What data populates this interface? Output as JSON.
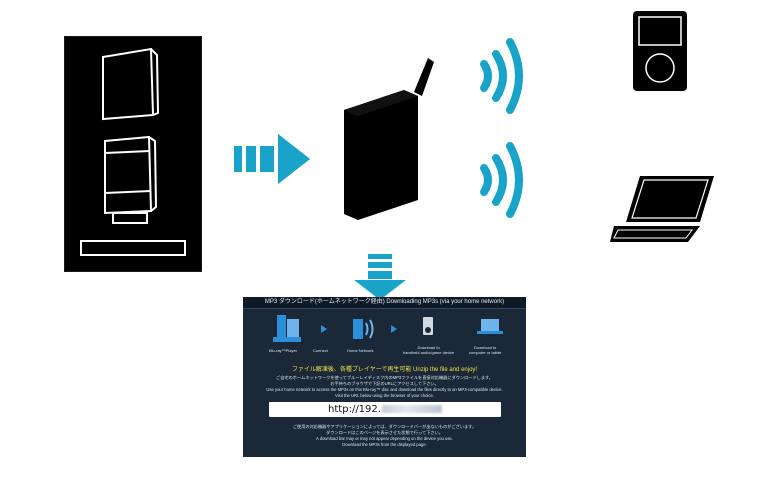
{
  "colors": {
    "accent": "#1aa3c9",
    "panel_bg": "#000000",
    "screen_bg": "#1b2838",
    "highlight_yellow": "#f3e14a"
  },
  "icons": [
    "game-console-icon",
    "arrow-right-icon",
    "wifi-router-icon",
    "wifi-waves-icon",
    "media-player-icon",
    "laptop-icon",
    "arrow-down-icon"
  ],
  "screen": {
    "title": "MP3 ダウンロード(ホームネットワーク経由)   Downloading MP3s (via your home network)",
    "steps": [
      {
        "label": "Blu-ray™Player"
      },
      {
        "label": "Connect"
      },
      {
        "label": "Home Network"
      },
      {
        "label": "Download to\nhandheld audio/game device"
      },
      {
        "label": "Download to\ncomputer or tablet"
      }
    ],
    "tagline": "ファイル解凍後、各種プレイヤーで再生可能   Unzip the file and enjoy!",
    "desc_ja_1": "ご自宅のホームネットワークを使ってブルーレイディスク内のMP3ファイルを直接対応機器にダウンロードします。",
    "desc_ja_2": "お手持ちのブラウザで下記のURLにアクセスして下さい。",
    "desc_en_1": "Use your home network to access the MP3s on this Blu-ray™ disc and download the files directly to an MP3-compatible device.",
    "desc_en_2": "Visit the URL below using the browser of your choice.",
    "url_prefix": "http://192.",
    "note_ja_1": "ご使用の対応機器やアプリケーションによっては、ダウンロードバーが出ないものがございます。",
    "note_ja_2": "ダウンロードはこのページを表示させた状態で行って下さい。",
    "note_en_1": "A download bar may or may not appear depending on the device you use.",
    "note_en_2": "Download the MP3s from the displayed page."
  }
}
